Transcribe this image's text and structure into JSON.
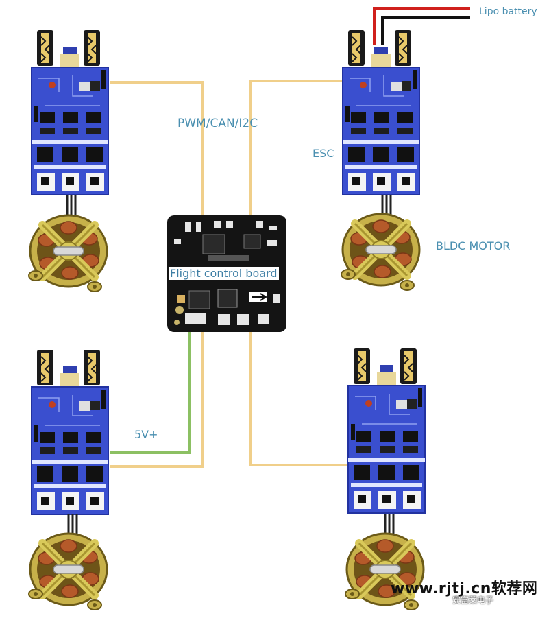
{
  "labels": {
    "bus": "PWM/CAN/I2C",
    "esc": "ESC",
    "motor": "BLDC MOTOR",
    "board": "Flight control board",
    "power": "5V+",
    "battery": "Lipo battery"
  },
  "watermark": {
    "site": "www.rjtj.cn软荐网",
    "account": "安富莱电子"
  },
  "colors": {
    "signal_wire": "#f0cf8a",
    "power_wire": "#8cc063",
    "battery_positive": "#d0201c",
    "battery_negative": "#111111",
    "esc_board": "#3a4fcf",
    "motor_bell": "#b59a35",
    "motor_coil": "#b55a2a",
    "fc_board": "#141414"
  },
  "components": {
    "esc_count": 4,
    "motor_count": 4,
    "fc_count": 1
  }
}
